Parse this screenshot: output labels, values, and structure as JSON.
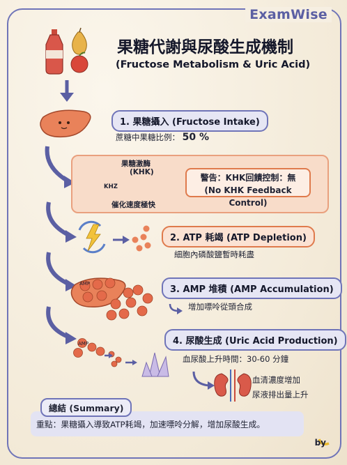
{
  "brand": "ExamWise",
  "title_zh": "果糖代謝與尿酸生成機制",
  "title_en": "(Fructose Metabolism & Uric Acid)",
  "steps": [
    {
      "label": "1. 果糖攝入 (Fructose Intake)",
      "note_label": "蔗糖中果糖比例：",
      "note_value": "50 %"
    },
    {
      "label": "2. ATP 耗竭 (ATP Depletion)",
      "note": "細胞內磷酸鹽暫時耗盡"
    },
    {
      "label": "3. AMP 堆積 (AMP Accumulation)",
      "note": "增加嘌呤從頭合成"
    },
    {
      "label": "4. 尿酸生成 (Uric Acid Production)",
      "note": "血尿酸上升時間：30-60 分鐘"
    }
  ],
  "khk": {
    "enzyme_line1": "果糖激酶",
    "enzyme_line2": "(KHK)",
    "badge": "KHZ",
    "speed": "催化速度極快",
    "warning_line1": "警告：KHK回饋控制：無",
    "warning_line2": "(No KHK Feedback Control)"
  },
  "amp_badge": "AMP",
  "kidney": {
    "line1": "血清濃度增加",
    "line2": "尿液排出量上升"
  },
  "summary": {
    "tab": "總結 (Summary)",
    "text": "重點：果糖攝入導致ATP耗竭，加速嘌呤分解，增加尿酸生成。"
  },
  "footer": "by"
}
